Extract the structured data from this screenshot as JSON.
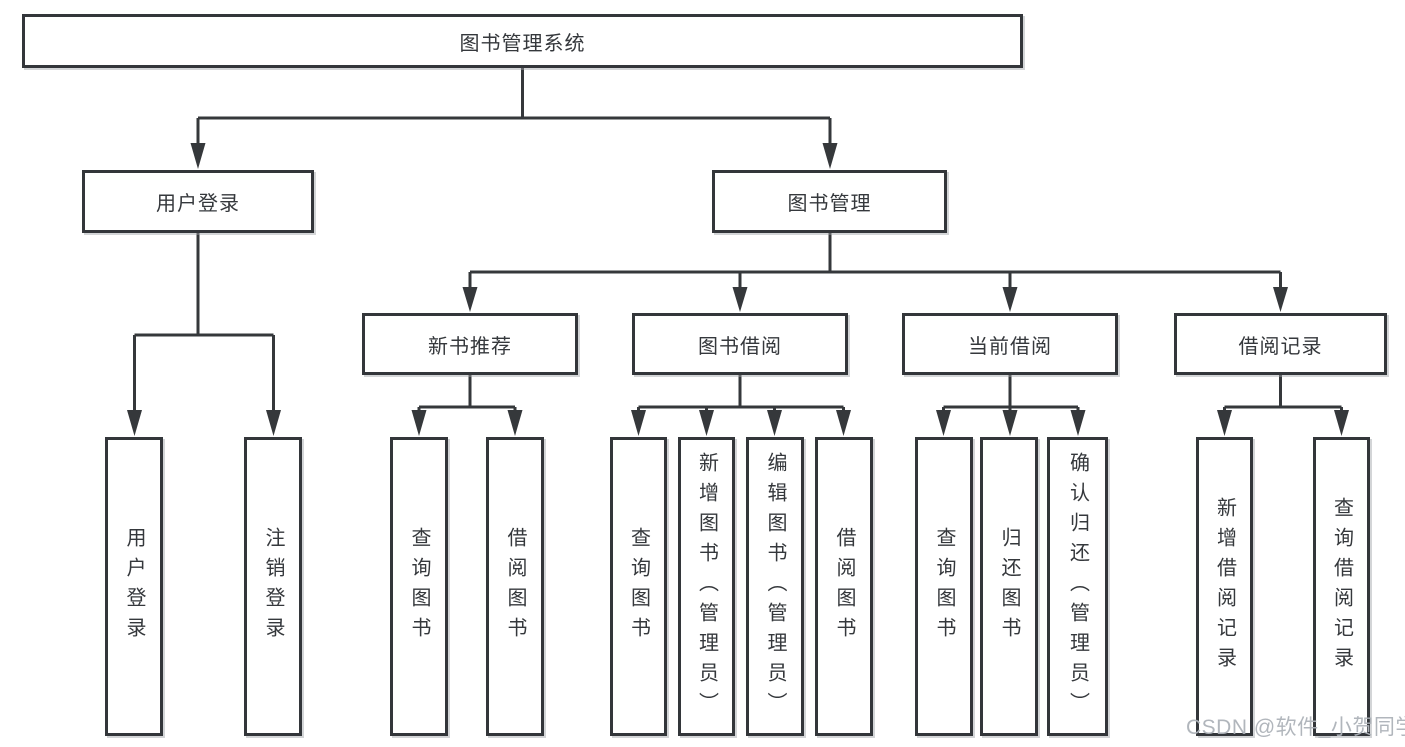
{
  "colors": {
    "line": "#35383b",
    "box_border": "#33363a",
    "box_fill": "#ffffff",
    "text": "#35383c",
    "watermark": "#adb2b8",
    "background": "#ffffff"
  },
  "tree": {
    "label": "图书管理系统",
    "children": [
      {
        "label": "用户登录",
        "children": [
          {
            "label": "用户登录"
          },
          {
            "label": "注销登录"
          }
        ]
      },
      {
        "label": "图书管理",
        "children": [
          {
            "label": "新书推荐",
            "children": [
              {
                "label": "查询图书"
              },
              {
                "label": "借阅图书"
              }
            ]
          },
          {
            "label": "图书借阅",
            "children": [
              {
                "label": "查询图书"
              },
              {
                "label": "新增图书（管理员）"
              },
              {
                "label": "编辑图书（管理员）"
              },
              {
                "label": "借阅图书"
              }
            ]
          },
          {
            "label": "当前借阅",
            "children": [
              {
                "label": "查询图书"
              },
              {
                "label": "归还图书"
              },
              {
                "label": "确认归还（管理员）"
              }
            ]
          },
          {
            "label": "借阅记录",
            "children": [
              {
                "label": "新增借阅记录"
              },
              {
                "label": "查询借阅记录"
              }
            ]
          }
        ]
      }
    ]
  },
  "watermark": {
    "label": "CSDN @软件_小贺同学"
  }
}
